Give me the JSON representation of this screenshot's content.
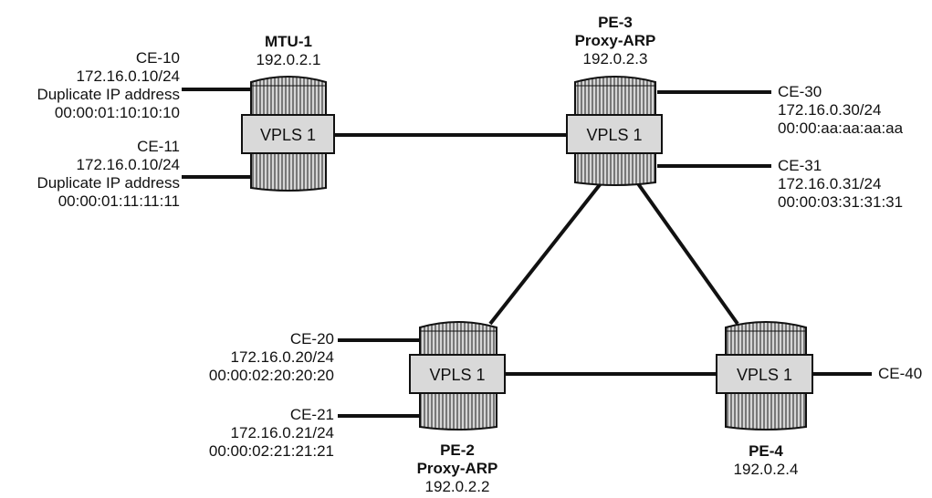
{
  "nodes": {
    "mtu1": {
      "name": "MTU-1",
      "ip": "192.0.2.1",
      "service": "VPLS 1"
    },
    "pe3": {
      "name": "PE-3",
      "role": "Proxy-ARP",
      "ip": "192.0.2.3",
      "service": "VPLS 1"
    },
    "pe2": {
      "name": "PE-2",
      "role": "Proxy-ARP",
      "ip": "192.0.2.2",
      "service": "VPLS 1"
    },
    "pe4": {
      "name": "PE-4",
      "ip": "192.0.2.4",
      "service": "VPLS 1"
    }
  },
  "ces": {
    "ce10": {
      "name": "CE-10",
      "ip": "172.16.0.10/24",
      "note": "Duplicate IP address",
      "mac": "00:00:01:10:10:10"
    },
    "ce11": {
      "name": "CE-11",
      "ip": "172.16.0.10/24",
      "note": "Duplicate IP address",
      "mac": "00:00:01:11:11:11"
    },
    "ce30": {
      "name": "CE-30",
      "ip": "172.16.0.30/24",
      "mac": "00:00:aa:aa:aa:aa"
    },
    "ce31": {
      "name": "CE-31",
      "ip": "172.16.0.31/24",
      "mac": "00:00:03:31:31:31"
    },
    "ce20": {
      "name": "CE-20",
      "ip": "172.16.0.20/24",
      "mac": "00:00:02:20:20:20"
    },
    "ce21": {
      "name": "CE-21",
      "ip": "172.16.0.21/24",
      "mac": "00:00:02:21:21:21"
    },
    "ce40": {
      "name": "CE-40"
    }
  }
}
